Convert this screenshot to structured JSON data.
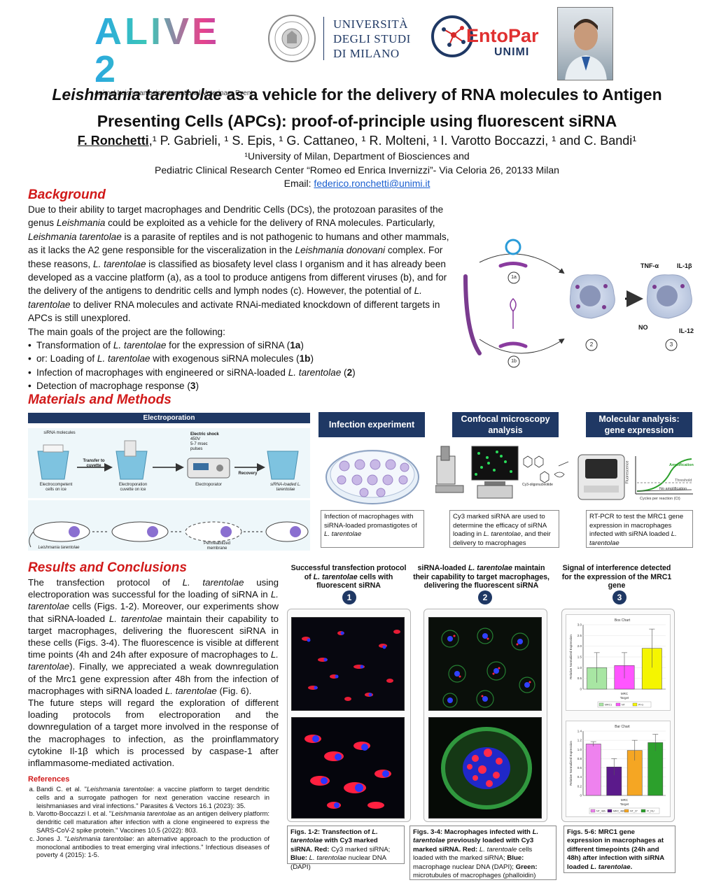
{
  "header": {
    "logo_alive_main": "ALIVE 2",
    "logo_alive_sub": "Animal Leishmaniosis International Veterinary Event",
    "univ_line1": "UNIVERSITÀ",
    "univ_line2": "DEGLI STUDI",
    "univ_line3": "DI MILANO",
    "entopar_main": "EntoPar",
    "entopar_sub": "UNIMI"
  },
  "title": {
    "italic_part": "Leishmania tarentolae",
    "rest_line1": " as a vehicle for the delivery of RNA molecules to Antigen",
    "line2": "Presenting Cells (APCs): proof-of-principle using fluorescent siRNA"
  },
  "authors": {
    "first": "F. Ronchetti",
    "rest": ",¹ P. Gabrieli, ¹ S. Epis, ¹ G. Cattaneo, ¹ R. Molteni, ¹ I. Varotto Boccazzi, ¹ and C. Bandi¹",
    "affil1": "¹University of Milan, Department of Biosciences and",
    "affil2": "Pediatric Clinical Research Center “Romeo ed Enrica Invernizzi”- Via Celoria 26, 20133 Milan",
    "email_label": "Email: ",
    "email": "federico.ronchetti@unimi.it"
  },
  "background": {
    "title": "Background",
    "goals_intro": "The main goals of the project are the following:",
    "bullets": [
      {
        "a": "Transformation of ",
        "i": "L. tarentolae",
        "b": " for the expression of siRNA (",
        "bold": "1a",
        "c": ")"
      },
      {
        "a": "or: Loading of ",
        "i": "L. tarentolae",
        "b": " with exogenous siRNA molecules (",
        "bold": "1b",
        "c": ")"
      },
      {
        "a": "Infection of macrophages with engineered or siRNA-loaded ",
        "i": "L. tarentolae",
        "b": " (",
        "bold": "2",
        "c": ")"
      },
      {
        "a": "Detection of macrophage response (",
        "i": "",
        "b": "",
        "bold": "3",
        "c": ")"
      }
    ]
  },
  "diagram_bg": {
    "tnf": "TNF-α",
    "il1b": "IL-1β",
    "no": "NO",
    "il12": "IL-12",
    "n1a": "1a",
    "n1b": "1b",
    "n2": "2",
    "n3": "3"
  },
  "methods": {
    "title": "Materials and Methods",
    "electroporation": {
      "header": "Electroporation",
      "sirna": "siRNA molecules",
      "electric_shock": "Electric shock",
      "shock_v": "450V",
      "shock_ms": "5-7 msec",
      "shock_p": "pulses",
      "transfer": "Transfer to cuvette",
      "recovery": "Recovery",
      "cap1": "Electrocompetent cells on ice",
      "cap2": "Electroporation cuvette on ice",
      "cap3": "Electroporator",
      "cap4": "siRNA-loaded L. tarentolae",
      "cap5": "Leishmania tarentolae",
      "cap6": "Permeabilized membrane"
    },
    "infection": {
      "header": "Infection experiment",
      "caption_a": "Infection of  macrophages with siRNA-loaded promastigotes of ",
      "caption_i": "L. tarentolae"
    },
    "confocal": {
      "header": "Confocal microscopy analysis",
      "cy3": "Cy3-oligonucleotide",
      "caption_a": "Cy3 marked siRNA are used to determine the efficacy of siRNA loading in ",
      "caption_i": "L. tarentolae",
      "caption_b": ", and their delivery to macrophages"
    },
    "molecular": {
      "header": "Molecular analysis: gene expression",
      "amplification": "Amplification",
      "threshold": "Threshold",
      "no_amp": "No amplification",
      "xlabel": "Cycles per reaction (Ct)",
      "ylabel": "Fluorescence",
      "caption_a": "RT-PCR to test the MRC1 gene expression in macrophages infected with siRNA loaded ",
      "caption_i": "L. tarentolae"
    }
  },
  "results": {
    "title": "Results and Conclusions",
    "col1_head_a": "Successful transfection protocol of ",
    "col1_head_i": "L. tarentolae",
    "col1_head_b": " cells with fluorescent siRNA",
    "col2_head_a": "siRNA-loaded ",
    "col2_head_i": "L. tarentolae",
    "col2_head_b": "  maintain their capability to target macrophages, delivering the fluorescent siRNA",
    "col3_head": "Signal of interference detected for the expression of the MRC1 gene",
    "n1": "1",
    "n2": "2",
    "n3": "3",
    "cap1_a": "Figs. 1-2: Transfection of ",
    "cap1_i": "L. tarentolae",
    "cap1_b": " with Cy3 marked siRNA. ",
    "cap1_red": "Red:",
    "cap1_c": " Cy3 marked siRNA; ",
    "cap1_blue": "Blue:",
    "cap1_d": " ",
    "cap1_i2": "L. tarentolae",
    "cap1_e": " nuclear DNA (DAPI)",
    "cap2_a": "Figs. 3-4: Macrophages infected with ",
    "cap2_i": "L. tarentolae",
    "cap2_b": " previously loaded with Cy3 marked siRNA. ",
    "cap2_red": "Red:",
    "cap2_c": " ",
    "cap2_i2": "L. tarentoale",
    "cap2_d": " cells loaded with the marked siRNA; ",
    "cap2_blue": "Blue:",
    "cap2_e": " macrophage nuclear DNA (DAPI); ",
    "cap2_green": "Green:",
    "cap2_f": " microtubules of macrophages (phalloidin)",
    "cap3_a": "Figs. 5-6: MRC1 gene expression in macrophages at different timepoints (24h and 48h) after infection with siRNA loaded ",
    "cap3_i": "L. tarentolae",
    "cap3_b": "."
  },
  "references": {
    "title": "References",
    "items": [
      {
        "a": "Bandi C. et al. \"",
        "i": "Leishmania tarentolae",
        "b": ": a vaccine platform to target dendritic cells and a surrogate pathogen for next generation vaccine research in leishmaniases and viral infections.\" Parasites & Vectors 16.1 (2023): 35."
      },
      {
        "a": "Varotto-Boccazzi I. et al. \"",
        "i": "Leishmania tarentolae",
        "b": " as an antigen delivery platform: dendritic cell maturation after infection with a clone engineered to express the SARS-CoV-2 spike protein.\" Vaccines 10.5 (2022): 803."
      },
      {
        "a": "Jones J. \"",
        "i": "Leishmania tarentolae",
        "b": ": an alternative approach to the production of monoclonal antibodies to treat emerging viral infections.\" Infectious diseases of poverty 4 (2015): 1-5."
      }
    ]
  },
  "chart_data": [
    {
      "type": "bar",
      "title": "Box Chart",
      "categories": [
        "MRC1",
        "NT",
        "Pl-G"
      ],
      "values": [
        1.0,
        1.1,
        1.9
      ],
      "errors": [
        0.7,
        0.6,
        0.9
      ],
      "colors": [
        "#a8e6a3",
        "#ff55ff",
        "#f5f500"
      ],
      "xlabel": "Target",
      "ylabel": "Relative Normalized Expression",
      "ylim": [
        0,
        3.0
      ],
      "x_group_label": "MRC",
      "ticks": [
        "0",
        "0.5",
        "1.0",
        "1.5",
        "2.0",
        "2.5",
        "3.0"
      ]
    },
    {
      "type": "bar",
      "title": "Bar Chart",
      "categories": [
        "NT_48h",
        "MRC_48h",
        "NT_27",
        "PI_RU"
      ],
      "values": [
        1.12,
        0.62,
        0.98,
        1.15
      ],
      "errors": [
        0.05,
        0.18,
        0.22,
        0.18
      ],
      "colors": [
        "#ee82ee",
        "#5b1a8b",
        "#f5a623",
        "#2ca02c"
      ],
      "xlabel": "Target",
      "ylabel": "Relative Normalized Expression",
      "ylim": [
        0,
        1.4
      ],
      "x_group_label": "MRC",
      "ticks": [
        "0",
        "0.2",
        "0.4",
        "0.6",
        "0.8",
        "1.0",
        "1.2",
        "1.4"
      ]
    }
  ]
}
